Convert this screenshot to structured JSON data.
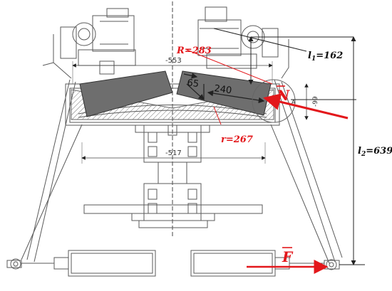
{
  "colors": {
    "line": "#5a5a5a",
    "light": "#9a9a9a",
    "dark": "#222222",
    "pad": "#6e6e6e",
    "red": "#e3171b",
    "hatch": "#777777"
  },
  "labels": {
    "R": "R=283",
    "r": "r=267",
    "l1": "l",
    "l1_sub": "1",
    "l1_val": "=162",
    "l2": "l",
    "l2_sub": "2",
    "l2_val": "=639",
    "d65": "65",
    "d240": "240",
    "d553": "-553",
    "d517": "-517",
    "d99": "-99",
    "N": "N",
    "F": "F",
    "N_sub": "A"
  }
}
